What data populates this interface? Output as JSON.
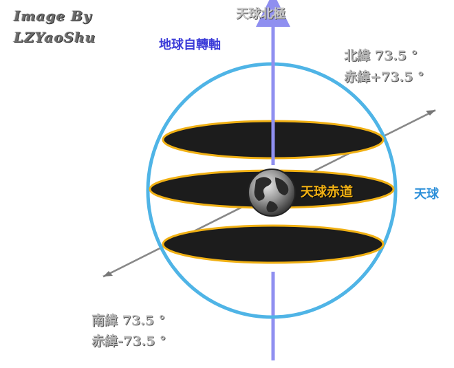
{
  "credit": {
    "line1": "Image By",
    "line2": "LZYaoShu"
  },
  "labels": {
    "axis_top": "天球北極",
    "earth_axis": "地球自轉軸",
    "celestial_equator": "天球赤道",
    "celestial_sphere": "天球",
    "north_lat": "北緯 73.5 °",
    "red_lat_top": "赤緯+73.5 °",
    "south_lat": "南緯 73.5 °",
    "red_lat_bottom": "赤緯-73.5 °"
  },
  "colors": {
    "sphere": "#4fb4e6",
    "axis": "#8f8ff0",
    "disc_fill": "#1c1c1c",
    "disc_rim": "#f0b014",
    "equator_label": "#f0b014",
    "sphere_label": "#2c8fd9",
    "earth_axis_label": "#3a3ad8"
  },
  "icons": {
    "earth": "earth-globe-icon"
  }
}
